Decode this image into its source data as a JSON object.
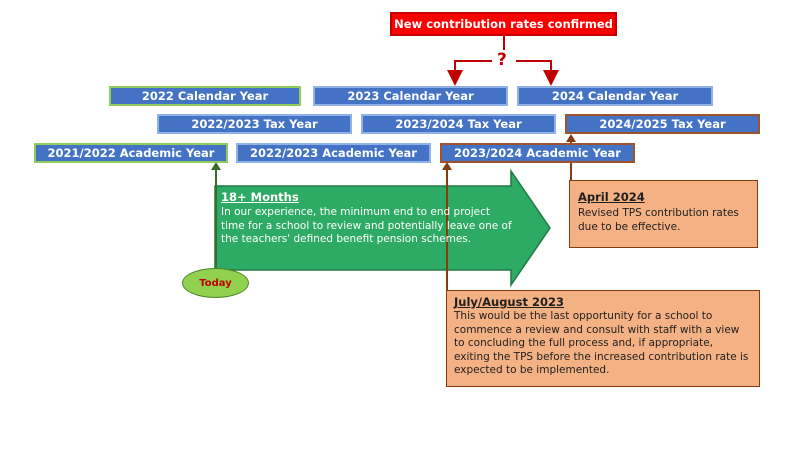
{
  "header": {
    "confirmed_label": "New contribution rates confirmed",
    "question_mark": "?"
  },
  "calendar_years": [
    "2022 Calendar Year",
    "2023 Calendar Year",
    "2024 Calendar Year"
  ],
  "tax_years": [
    "2022/2023 Tax Year",
    "2023/2024 Tax Year",
    "2024/2025 Tax Year"
  ],
  "academic_years": [
    "2021/2022 Academic Year",
    "2022/2023 Academic Year",
    "2023/2024 Academic Year"
  ],
  "arrow": {
    "title": "18+ Months",
    "body": "In our experience, the minimum end to end project time for a school to review and potentially leave one of the teachers' defined benefit pension schemes."
  },
  "today_label": "Today",
  "april_note": {
    "title": "April 2024",
    "body": "Revised TPS contribution rates due to be effective."
  },
  "july_note": {
    "title": "July/August 2023",
    "body": "This would be the last opportunity for a school to commence a review and consult with staff with a view to concluding the full process and, if appropriate, exiting the TPS before the increased contribution rate is expected to be implemented."
  },
  "colors": {
    "bar_fill": "#4472c4",
    "arrow_fill": "#2daa63",
    "note_fill": "#f4b183",
    "alert_red": "#ff0000",
    "today_fill": "#92d050"
  }
}
